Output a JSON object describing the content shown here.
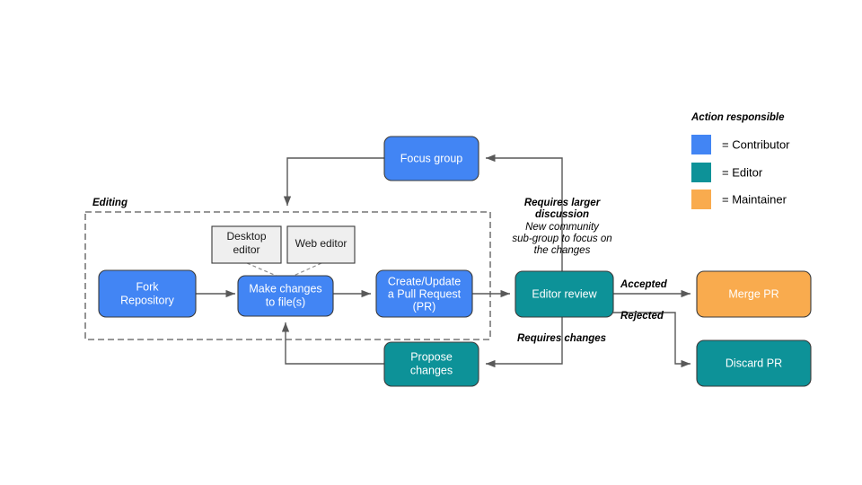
{
  "diagram": {
    "title_hidden": "Contribution workflow flowchart",
    "groups": [
      {
        "id": "editing",
        "label": "Editing"
      }
    ],
    "nodes": [
      {
        "id": "focus-group",
        "label": "Focus group",
        "role": "contributor",
        "lines": [
          "Focus group"
        ]
      },
      {
        "id": "fork-repo",
        "label": "Fork Repository",
        "role": "contributor",
        "lines": [
          "Fork",
          "Repository"
        ]
      },
      {
        "id": "desktop-editor",
        "label": "Desktop editor",
        "role": "tool",
        "lines": [
          "Desktop",
          "editor"
        ]
      },
      {
        "id": "web-editor",
        "label": "Web editor",
        "role": "tool",
        "lines": [
          "Web editor"
        ]
      },
      {
        "id": "make-changes",
        "label": "Make changes to file(s)",
        "role": "contributor",
        "lines": [
          "Make changes",
          "to file(s)"
        ]
      },
      {
        "id": "create-pr",
        "label": "Create/Update a Pull Request (PR)",
        "role": "contributor",
        "lines": [
          "Create/Update",
          "a Pull Request",
          "(PR)"
        ]
      },
      {
        "id": "editor-review",
        "label": "Editor review",
        "role": "editor",
        "lines": [
          "Editor review"
        ]
      },
      {
        "id": "merge-pr",
        "label": "Merge PR",
        "role": "maintainer",
        "lines": [
          "Merge PR"
        ]
      },
      {
        "id": "discard-pr",
        "label": "Discard PR",
        "role": "editor",
        "lines": [
          "Discard PR"
        ]
      },
      {
        "id": "propose-changes",
        "label": "Propose changes",
        "role": "editor",
        "lines": [
          "Propose",
          "changes"
        ]
      }
    ],
    "edge_labels": [
      {
        "id": "accepted",
        "text": "Accepted"
      },
      {
        "id": "rejected",
        "text": "Rejected"
      },
      {
        "id": "requires-changes",
        "text": "Requires changes"
      }
    ],
    "annotations": [
      {
        "id": "requires-larger-discussion",
        "bold_lines": [
          "Requires larger",
          "discussion"
        ],
        "plain_lines": [
          "New community",
          "sub-group to focus on",
          "the changes"
        ]
      }
    ]
  },
  "legend": {
    "title": "Action responsible",
    "items": [
      {
        "id": "contributor",
        "swatch": "#4285F4",
        "text": "= Contributor"
      },
      {
        "id": "editor",
        "swatch": "#0D9298",
        "text": "= Editor"
      },
      {
        "id": "maintainer",
        "swatch": "#F9AB4E",
        "text": "= Maintainer"
      }
    ]
  },
  "colors": {
    "contributor": "#4285F4",
    "editor": "#0D9298",
    "maintainer": "#F9AB4E",
    "tool_fill": "#EFEFEF",
    "line": "#595959",
    "text_light": "#ffffff",
    "text_dark": "#1a1a1a",
    "background": "#ffffff"
  }
}
